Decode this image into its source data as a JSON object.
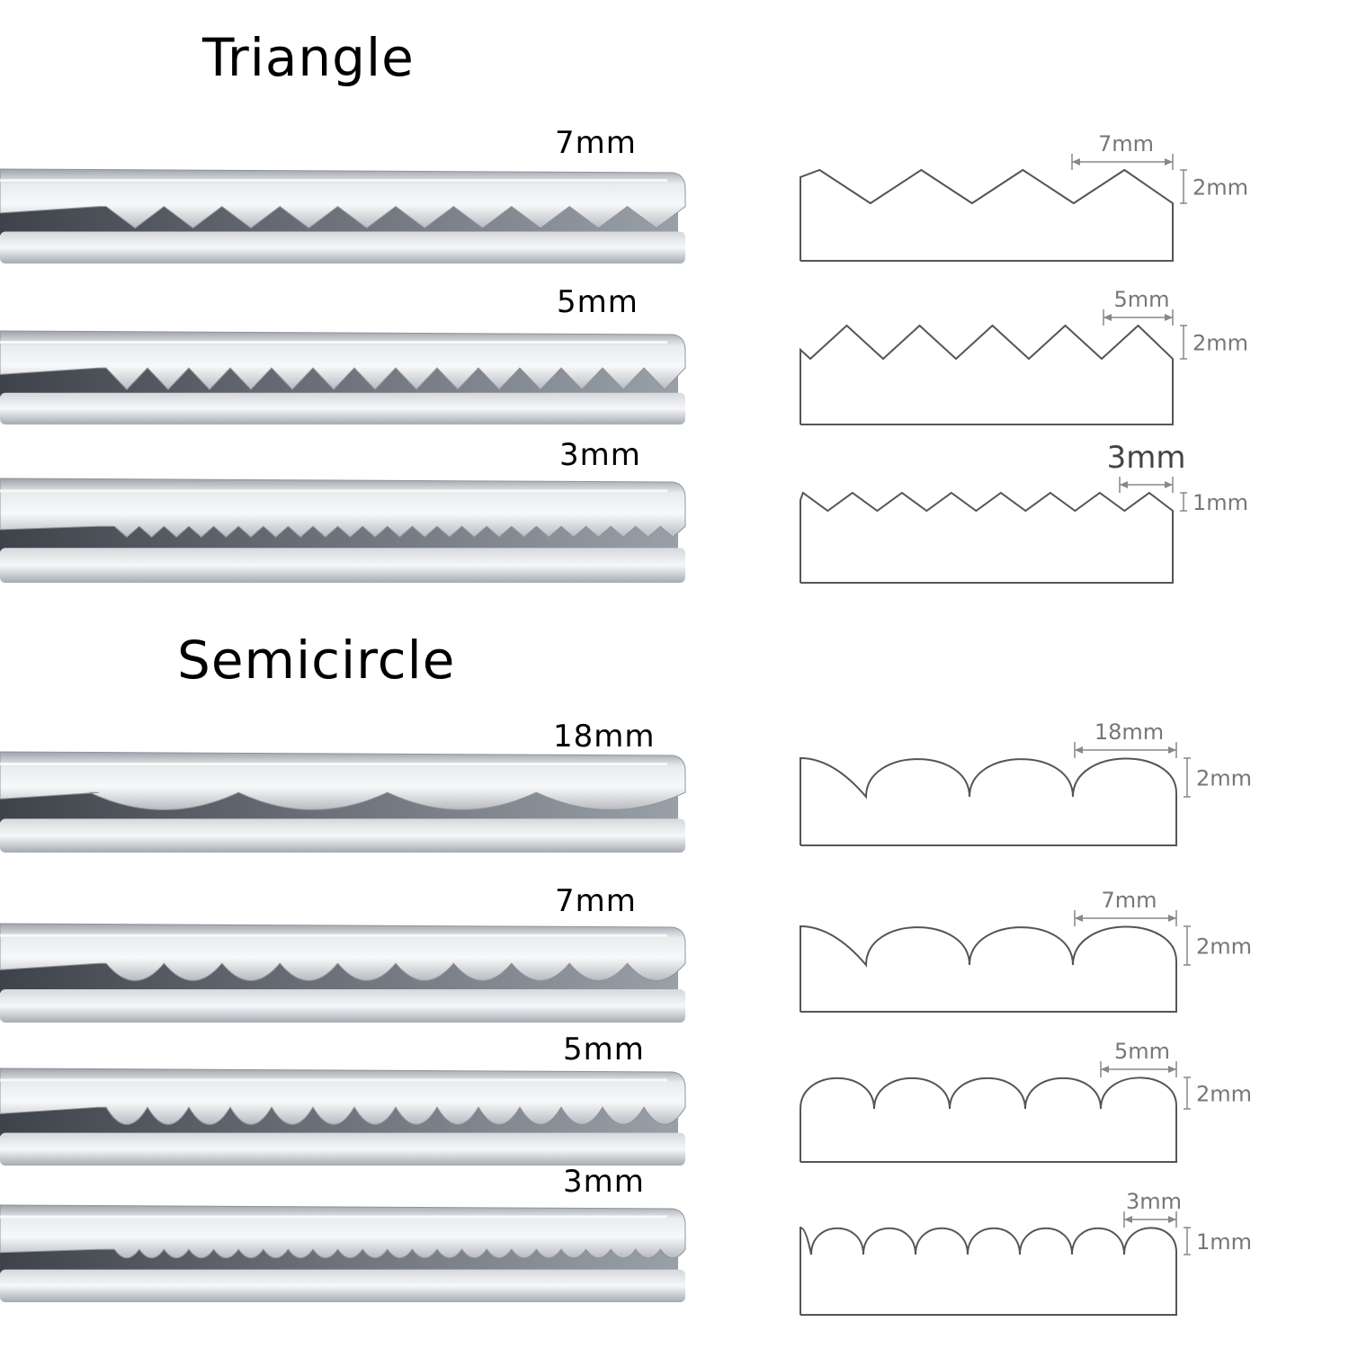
{
  "sections": [
    {
      "title": "Triangle",
      "shape": "triangle",
      "rows": [
        {
          "blade_label": "7mm",
          "pitch_label": "7mm",
          "depth_label": "2mm",
          "pitch": 7,
          "depth": 2
        },
        {
          "blade_label": "5mm",
          "pitch_label": "5mm",
          "depth_label": "2mm",
          "pitch": 5,
          "depth": 2
        },
        {
          "blade_label": "3mm",
          "pitch_label": "3mm",
          "depth_label": "1mm",
          "pitch": 3,
          "depth": 1
        }
      ]
    },
    {
      "title": "Semicircle",
      "shape": "semicircle",
      "rows": [
        {
          "blade_label": "18mm",
          "pitch_label": "18mm",
          "depth_label": "2mm",
          "pitch": 18,
          "depth": 2
        },
        {
          "blade_label": "7mm",
          "pitch_label": "7mm",
          "depth_label": "2mm",
          "pitch": 7,
          "depth": 2
        },
        {
          "blade_label": "5mm",
          "pitch_label": "5mm",
          "depth_label": "2mm",
          "pitch": 5,
          "depth": 2
        },
        {
          "blade_label": "3mm",
          "pitch_label": "3mm",
          "depth_label": "1mm",
          "pitch": 3,
          "depth": 1
        }
      ]
    }
  ],
  "colors": {
    "blade_light": "#f1f2f4",
    "blade_mid": "#c4c8cd",
    "blade_dark": "#5b6068",
    "outline": "#555555",
    "dimension": "#888888"
  }
}
